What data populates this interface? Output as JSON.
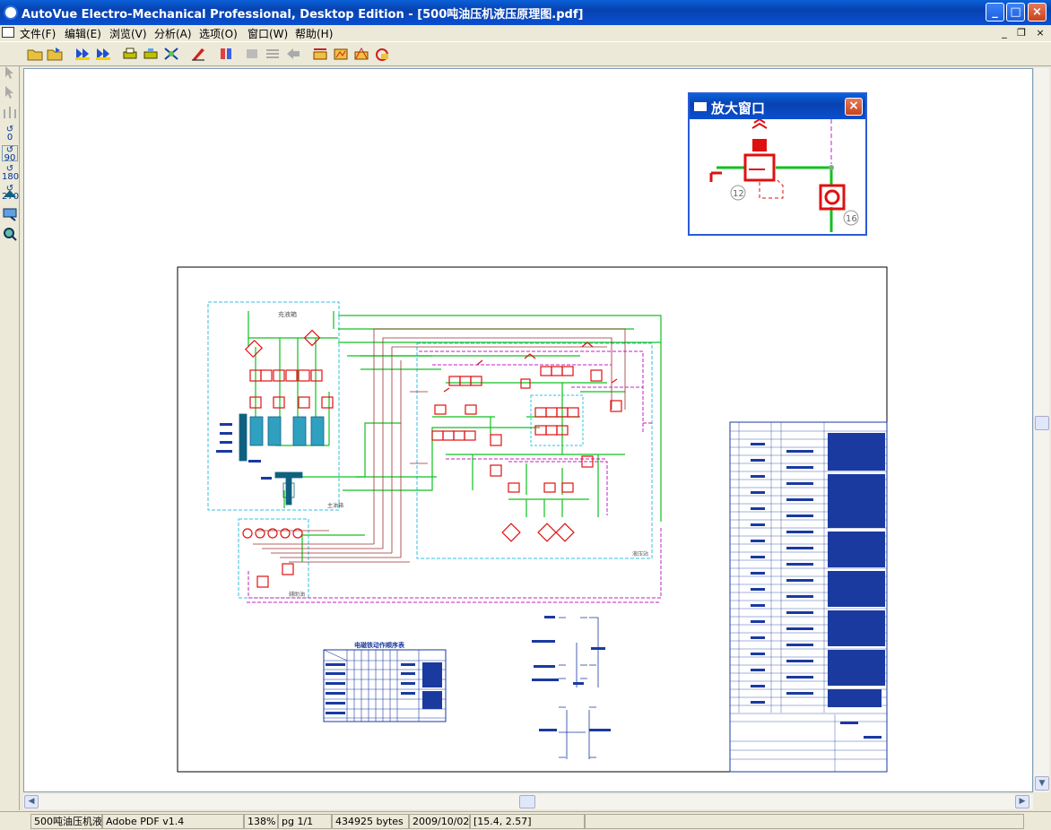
{
  "window": {
    "title": "AutoVue Electro-Mechanical Professional, Desktop Edition - [500吨油压机液压原理图.pdf]",
    "minimize": "_",
    "maximize": "□",
    "close": "×"
  },
  "menu": {
    "items": [
      {
        "label": "文件(F)"
      },
      {
        "label": "编辑(E)"
      },
      {
        "label": "浏览(V)"
      },
      {
        "label": "分析(A)"
      },
      {
        "label": "选项(O)"
      },
      {
        "label": "窗口(W)"
      },
      {
        "label": "帮助(H)"
      }
    ],
    "mdi_minimize": "_",
    "mdi_restore": "❐",
    "mdi_close": "×"
  },
  "left_tools": {
    "rotate_0": "0",
    "rotate_90": "90",
    "rotate_180": "180",
    "rotate_270": "270"
  },
  "magnifier": {
    "title": "放大窗口",
    "close": "×",
    "label_12": "12",
    "label_16": "16"
  },
  "drawing": {
    "label_fill": "充液箱",
    "label_main": "主油箱",
    "label_side": "辅助油",
    "label_pump": "液压站",
    "sequence_table_title": "电磁铁动作顺序表"
  },
  "status": {
    "file": "500吨油压机液",
    "format": "Adobe PDF v1.4",
    "zoom": "138%",
    "page": "pg 1/1",
    "size": "434925 bytes",
    "date": "2009/10/02",
    "coords": "[15.4, 2.57]"
  },
  "colors": {
    "titlebar": "#0842b0",
    "hydraulic_red": "#e01010",
    "line_green": "#10c020",
    "line_magenta": "#c020c0",
    "line_cyan": "#30c0e0",
    "table_blue": "#1a3aa0"
  }
}
